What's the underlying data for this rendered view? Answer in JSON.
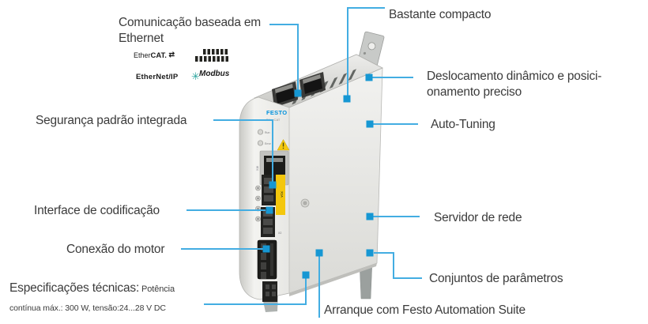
{
  "colors": {
    "line": "#43ade2",
    "marker": "#1697d3",
    "festo_blue": "#0091dc",
    "connector_yellow": "#f4c70c",
    "warning_yellow": "#f6c90e",
    "text": "#3b3b3b"
  },
  "callouts_left": {
    "comunicacao": {
      "line1": "Comunicação baseada em",
      "line2": "Ethernet"
    },
    "seguranca": {
      "label": "Segurança padrão integrada"
    },
    "interface": {
      "label": "Interface de codificação"
    },
    "motor": {
      "label": "Conexão do motor"
    },
    "especificacoes": {
      "title": "Especificações técnicas:",
      "title_suffix": " Potência",
      "line2": "contínua máx.: 300 W, tensão:24...28 V DC"
    }
  },
  "callouts_right": {
    "compacto": {
      "label": "Bastante compacto"
    },
    "deslocamento": {
      "line1": "Deslocamento dinâmico e posici-",
      "line2": "onamento preciso"
    },
    "autotuning": {
      "label": "Auto-Tuning"
    },
    "servidor": {
      "label": "Servidor de rede"
    },
    "conjuntos": {
      "label": "Conjuntos de parâmetros"
    },
    "arranque": {
      "label": "Arranque com Festo Automation Suite"
    }
  },
  "logos": {
    "ethercat_prefix": "Ether",
    "ethercat_suffix": "CAT.",
    "ethercat_arrows": "⇄",
    "profinet_icon": "profinet-block-logo",
    "ethernetip": "EtherNet/IP",
    "modbus": "Modbus",
    "modbus_star": "✳"
  },
  "device": {
    "brand": "FESTO",
    "model": "EtherCAT",
    "led1": "Run",
    "led2": "Error",
    "port_front": "X18",
    "label_x1a": "X1A",
    "label_x2": "X2"
  }
}
